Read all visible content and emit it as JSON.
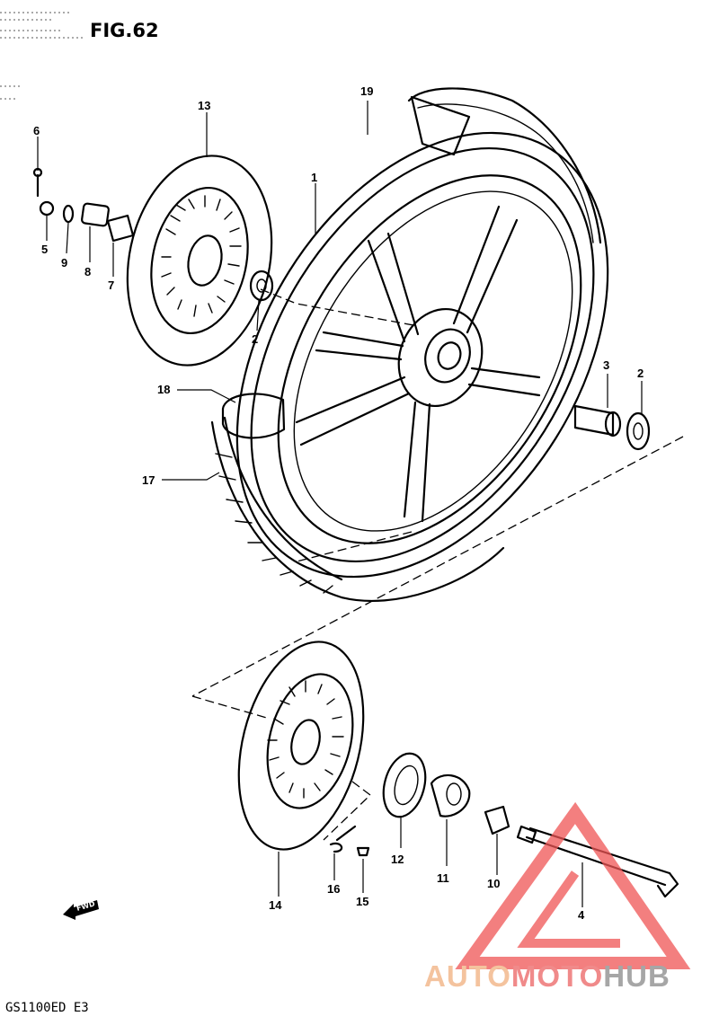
{
  "figure": {
    "title": "FIG.62",
    "model": "GS1100ED E3",
    "fwd_label": "FWD"
  },
  "parts": [
    {
      "id": "p1",
      "no": "1"
    },
    {
      "id": "p2a",
      "no": "2"
    },
    {
      "id": "p2b",
      "no": "2"
    },
    {
      "id": "p3",
      "no": "3"
    },
    {
      "id": "p4",
      "no": "4"
    },
    {
      "id": "p5",
      "no": "5"
    },
    {
      "id": "p6",
      "no": "6"
    },
    {
      "id": "p7",
      "no": "7"
    },
    {
      "id": "p8",
      "no": "8"
    },
    {
      "id": "p9",
      "no": "9"
    },
    {
      "id": "p10",
      "no": "10"
    },
    {
      "id": "p11",
      "no": "11"
    },
    {
      "id": "p12",
      "no": "12"
    },
    {
      "id": "p13",
      "no": "13"
    },
    {
      "id": "p14",
      "no": "14"
    },
    {
      "id": "p15",
      "no": "15"
    },
    {
      "id": "p16",
      "no": "16"
    },
    {
      "id": "p17",
      "no": "17"
    },
    {
      "id": "p18",
      "no": "18"
    },
    {
      "id": "p19",
      "no": "19"
    }
  ],
  "watermark": {
    "parts": [
      "AUTO",
      "MOTO",
      "HUB"
    ],
    "colors": {
      "auto": "#f4c39e",
      "moto": "#f08a8a",
      "hub": "#a6a6a6",
      "triangle": "#ef5555"
    }
  }
}
